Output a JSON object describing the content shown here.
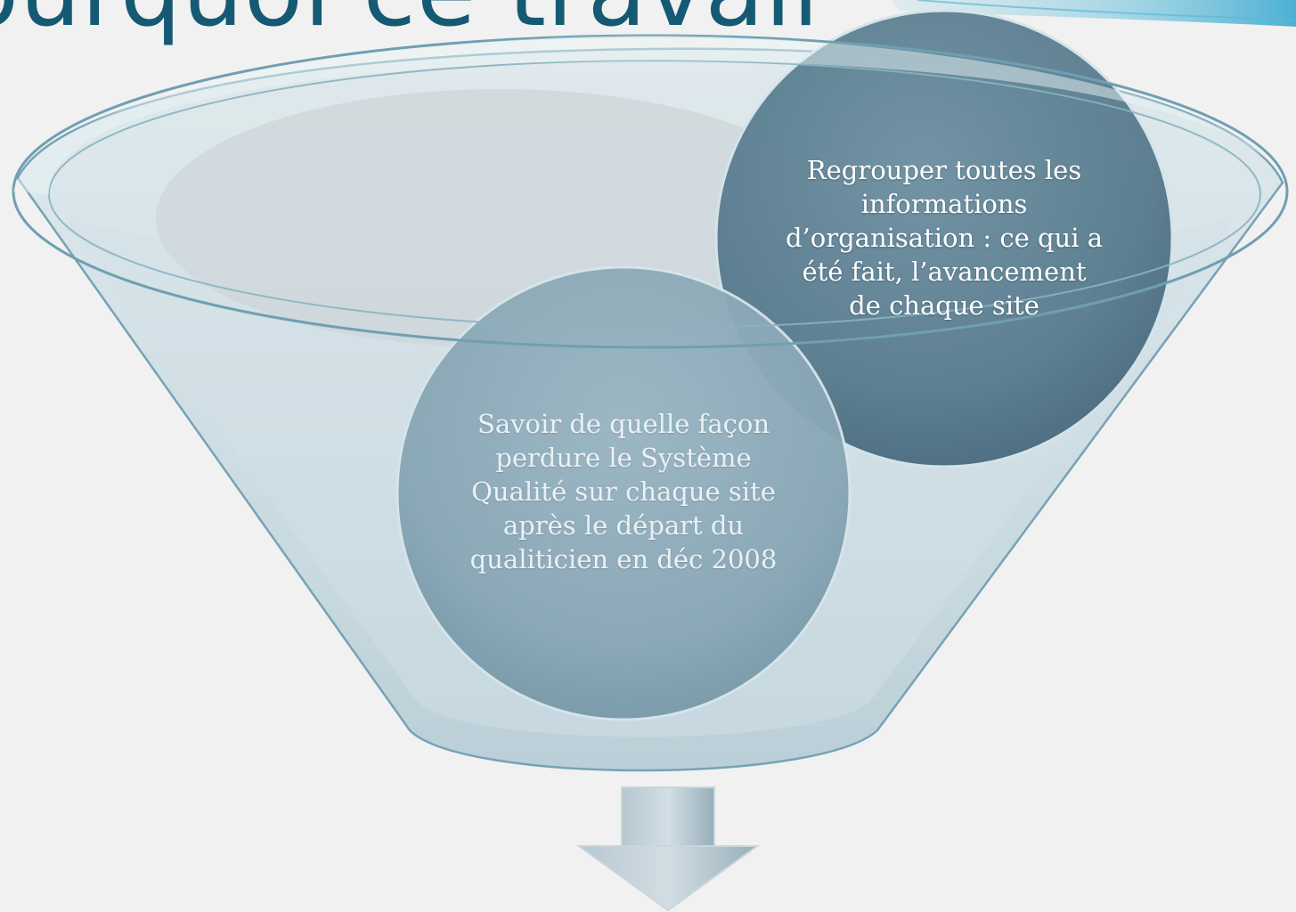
{
  "slide": {
    "title": "ourquoi ce travail"
  },
  "diagram": {
    "type": "funnel",
    "items": [
      {
        "id": "organisation",
        "lines": [
          "Regrouper toutes les",
          "informations",
          "d’organisation : ce qui a",
          "été fait, l’avancement",
          "de chaque site"
        ]
      },
      {
        "id": "qualite",
        "lines": [
          "Savoir de quelle façon",
          "perdure le Système",
          "Qualité sur chaque site",
          "après le départ du",
          "qualiticien en déc 2008"
        ]
      }
    ],
    "output_arrow": "down-arrow-icon"
  },
  "colors": {
    "title": "#155a73",
    "funnel": "#c6d8df",
    "funnel_edge": "#6f9fb2",
    "circle_dark": "#5c7f90",
    "circle_light": "#8eabb9",
    "arrow": "#a4b8c3"
  }
}
